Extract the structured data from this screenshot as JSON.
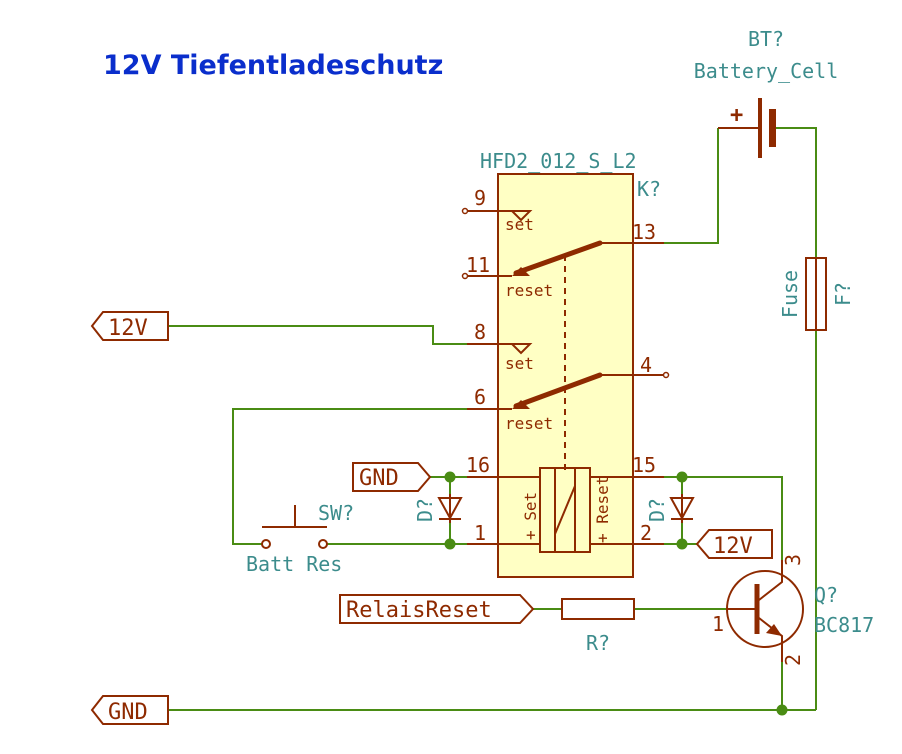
{
  "title": "12V Tiefentladeschutz",
  "colors": {
    "wire": "#4a8c14",
    "symbol": "#8e2a00",
    "ref_text": "#3c8c8c",
    "body_fill": "#ffffc4",
    "title_text": "#0a2ecc",
    "junction": "#4a8c14"
  },
  "battery": {
    "ref": "BT?",
    "value": "Battery_Cell",
    "plus": "+"
  },
  "fuse": {
    "value": "Fuse",
    "ref": "F?"
  },
  "relay": {
    "value": "HFD2_012_S_L2",
    "ref": "K?",
    "pins": {
      "p9": "9",
      "p13": "13",
      "p11": "11",
      "p8": "8",
      "p4": "4",
      "p6": "6",
      "p16": "16",
      "p15": "15",
      "p1": "1",
      "p2": "2"
    },
    "labels": {
      "set1": "set",
      "reset1": "reset",
      "set2": "set",
      "reset2": "reset",
      "coil_set": "+ Set",
      "coil_reset": "+ Reset"
    }
  },
  "labels": {
    "v12_left": "12V",
    "gnd_mid": "GND",
    "v12_right": "12V",
    "relais_reset": "RelaisReset",
    "gnd_bottom": "GND"
  },
  "switch": {
    "ref": "SW?",
    "value": "Batt Res"
  },
  "diode_left": {
    "ref": "D?"
  },
  "diode_right": {
    "ref": "D?"
  },
  "resistor": {
    "ref": "R?"
  },
  "transistor": {
    "ref": "Q?",
    "value": "BC817",
    "pin1": "1",
    "pin2": "2",
    "pin3": "3"
  }
}
